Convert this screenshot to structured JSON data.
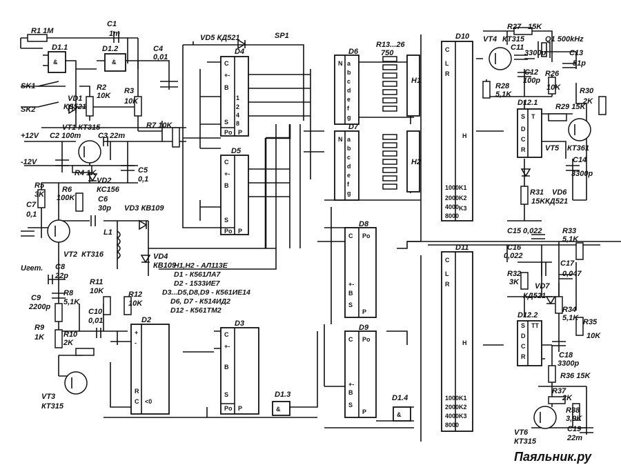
{
  "components": {
    "R1": "R1 1M",
    "C1": "C1",
    "C1v": "1m",
    "D1_1": "D1.1",
    "D1_2": "D1.2",
    "C4": "C4",
    "C4v": "0,01",
    "SK1": "SK1",
    "SK2": "SK2",
    "VD1": "VD1",
    "VD1t": "КД521",
    "R2": "R2",
    "R2v": "10K",
    "R3": "R3",
    "R3v": "10K",
    "VT1": "VT1 КТ315",
    "V12": "+12V",
    "C2": "C2 100m",
    "C3": "C3 22m",
    "Vm12": "-12V",
    "R4": "R4 1K",
    "VD2": "VD2",
    "VD2t": "КС156",
    "C5": "C5",
    "C5v": "0,1",
    "R5": "R5",
    "R5v": "3K",
    "R6": "R6",
    "R6v": "100K",
    "C6": "C6",
    "C6v": "30p",
    "VD3": "VD3 КВ109",
    "C7": "C7",
    "C7v": "0,1",
    "L1": "L1",
    "VT2": "VT2",
    "VT2t": "КТ316",
    "VD4": "VD4",
    "VD4t": "КВ109",
    "Uget": "Uгет.",
    "C8": "C8",
    "C8v": "22p",
    "C9": "C9",
    "C9v": "2200p",
    "R8": "R8",
    "R8v": "5,1K",
    "R9": "R9",
    "R9v": "1K",
    "R10": "R10",
    "R10v": "2K",
    "R11": "R11",
    "R11v": "10K",
    "R12": "R12",
    "R12v": "10K",
    "C10": "C10",
    "C10v": "0,01",
    "VT3": "VT3",
    "VT3t": "КТ315",
    "VD5": "VD5 КД521",
    "SP1": "SP1",
    "R7": "R7 10K",
    "R13": "R13...26",
    "R13v": "750",
    "H1": "H1",
    "H2": "H2",
    "D1_3": "D1.3",
    "D1_4": "D1.4",
    "R27": "R27",
    "R27v": "15K",
    "VT4": "VT4",
    "VT4t": "КТ315",
    "Q1": "Q1 500kHz",
    "C11": "C11",
    "C11v": "3300p",
    "C13": "C13",
    "C13v": "51p",
    "C12": "C12",
    "C12v": "100p",
    "R28": "R28",
    "R28v": "5,1K",
    "R26": "R26",
    "R26v": "10K",
    "R30": "R30",
    "R30v": "2K",
    "R29": "R29 15K",
    "D12_1": "D12.1",
    "VT5": "VT5",
    "VT5t": "КТ361",
    "C14": "C14",
    "C14v": "3300p",
    "R31": "R31",
    "R31v": "15K",
    "VD6": "VD6",
    "VD6t": "КД521",
    "C15": "C15",
    "C15v": "0,022",
    "R33": "R33",
    "R33v": "5,1K",
    "C16": "C16",
    "C16v": "0,022",
    "C17": "C17",
    "C17v": "0,047",
    "R32": "R32",
    "R32v": "3K",
    "VD7": "VD7",
    "VD7t": "КД521",
    "R34": "R34",
    "R34v": "5,1K",
    "R35": "R35",
    "R35v": "10K",
    "D12_2": "D12.2",
    "C18": "C18",
    "C18v": "3300p",
    "R36": "R36 15K",
    "R37": "R37",
    "R37v": "2K",
    "R38": "R38",
    "R38v": "3,9K",
    "C19": "C19",
    "C19v": "22m",
    "VT6": "VT6",
    "VT6t": "КТ315"
  },
  "chips": {
    "D2": "D2",
    "D3": "D3",
    "D4": "D4",
    "D5": "D5",
    "D6": "D6",
    "D7": "D7",
    "D8": "D8",
    "D9": "D9",
    "D10": "D10",
    "D11": "D11"
  },
  "legend": [
    "H1,H2 - АЛ113Е",
    "D1 - К561ЛА7",
    "D2 - 1533ИЕ7",
    "D3...D5,D8,D9 - К561ИЕ14",
    "D6, D7 - К514ИД2",
    "D12 - К561ТМ2"
  ],
  "watermark": "Паяльник.ру"
}
